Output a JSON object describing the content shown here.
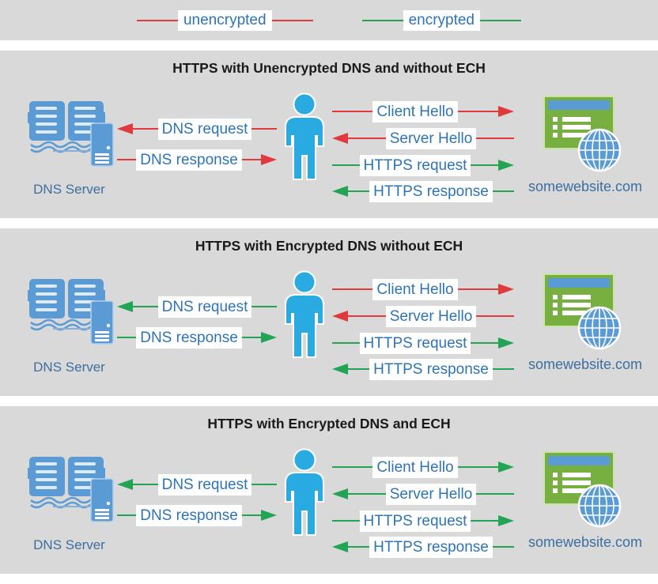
{
  "colors": {
    "unencrypted": "#e0393e",
    "encrypted": "#23a455",
    "panel_background": "#d9d9d9",
    "person_blue": "#29abe2",
    "icon_blue": "#5b9bd5",
    "website_green": "#77b041",
    "label_text_blue": "#2e74b5",
    "title_black": "#1a1a1a"
  },
  "legend": {
    "items": [
      {
        "label": "unencrypted",
        "state": "unencrypted"
      },
      {
        "label": "encrypted",
        "state": "encrypted"
      }
    ]
  },
  "panels": [
    {
      "title": "HTTPS with Unencrypted DNS and without ECH",
      "dns_server_label": "DNS Server",
      "website_label": "somewebsite.com",
      "dns_arrows": [
        {
          "label": "DNS request",
          "dir": "left",
          "state": "unencrypted"
        },
        {
          "label": "DNS response",
          "dir": "right",
          "state": "unencrypted"
        }
      ],
      "https_arrows": [
        {
          "label": "Client Hello",
          "dir": "right",
          "state": "unencrypted"
        },
        {
          "label": "Server Hello",
          "dir": "left",
          "state": "unencrypted"
        },
        {
          "label": "HTTPS request",
          "dir": "right",
          "state": "encrypted"
        },
        {
          "label": "HTTPS response",
          "dir": "left",
          "state": "encrypted"
        }
      ]
    },
    {
      "title": "HTTPS with Encrypted DNS without ECH",
      "dns_server_label": "DNS Server",
      "website_label": "somewebsite.com",
      "dns_arrows": [
        {
          "label": "DNS request",
          "dir": "left",
          "state": "encrypted"
        },
        {
          "label": "DNS response",
          "dir": "right",
          "state": "encrypted"
        }
      ],
      "https_arrows": [
        {
          "label": "Client Hello",
          "dir": "right",
          "state": "unencrypted"
        },
        {
          "label": "Server Hello",
          "dir": "left",
          "state": "unencrypted"
        },
        {
          "label": "HTTPS request",
          "dir": "right",
          "state": "encrypted"
        },
        {
          "label": "HTTPS response",
          "dir": "left",
          "state": "encrypted"
        }
      ]
    },
    {
      "title": "HTTPS with Encrypted DNS and ECH",
      "dns_server_label": "DNS Server",
      "website_label": "somewebsite.com",
      "dns_arrows": [
        {
          "label": "DNS request",
          "dir": "left",
          "state": "encrypted"
        },
        {
          "label": "DNS response",
          "dir": "right",
          "state": "encrypted"
        }
      ],
      "https_arrows": [
        {
          "label": "Client Hello",
          "dir": "right",
          "state": "encrypted"
        },
        {
          "label": "Server Hello",
          "dir": "left",
          "state": "encrypted"
        },
        {
          "label": "HTTPS request",
          "dir": "right",
          "state": "encrypted"
        },
        {
          "label": "HTTPS response",
          "dir": "left",
          "state": "encrypted"
        }
      ]
    }
  ]
}
